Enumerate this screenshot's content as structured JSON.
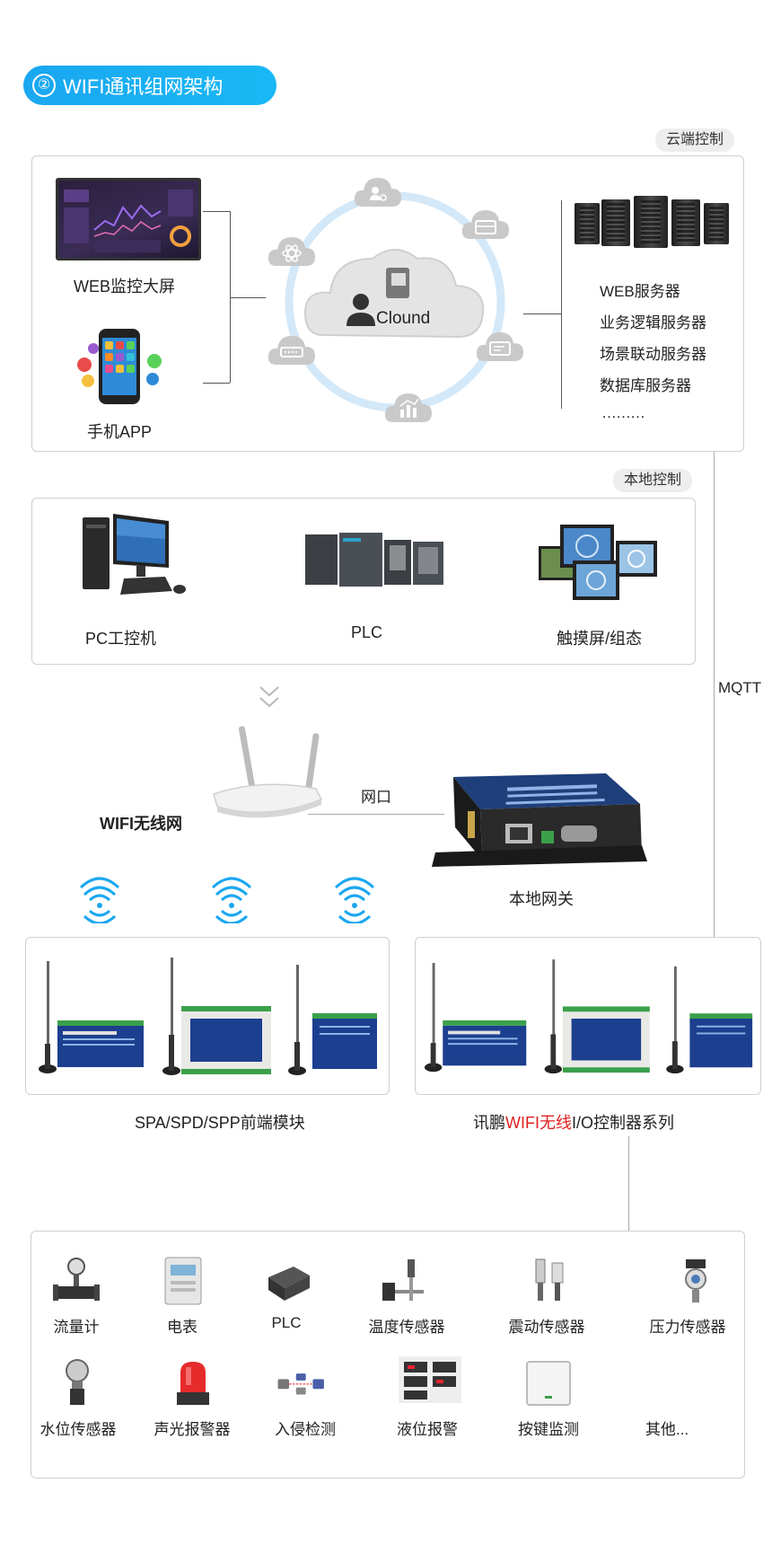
{
  "section": {
    "number": "②",
    "title": "WIFI通讯组网架构"
  },
  "cloud_panel": {
    "tag": "云端控制",
    "left_items": [
      "WEB监控大屏",
      "手机APP"
    ],
    "cloud_label": "Clound",
    "servers": [
      "WEB服务器",
      "业务逻辑服务器",
      "场景联动服务器",
      "数据库服务器",
      "………"
    ]
  },
  "local_panel": {
    "tag": "本地控制",
    "items": [
      "PC工控机",
      "PLC",
      "触摸屏/组态"
    ]
  },
  "mqtt_label": "MQTT",
  "network": {
    "wifi_label": "WIFI无线网",
    "port_label": "网口",
    "gateway_label": "本地网关"
  },
  "modules": {
    "left_caption": "SPA/SPD/SPP前端模块",
    "right_caption_pre": "讯鹏",
    "right_caption_red": "WIFI无线",
    "right_caption_post": "I/O控制器系列"
  },
  "sensors": {
    "row1": [
      "流量计",
      "电表",
      "PLC",
      "温度传感器",
      "震动传感器",
      "压力传感器"
    ],
    "row2": [
      "水位传感器",
      "声光报警器",
      "入侵检测",
      "液位报警",
      "按键监测",
      "其他..."
    ]
  },
  "colors": {
    "accent": "#1aa7f0",
    "ring": "#cfe6f7",
    "highlight": "#e02020"
  }
}
